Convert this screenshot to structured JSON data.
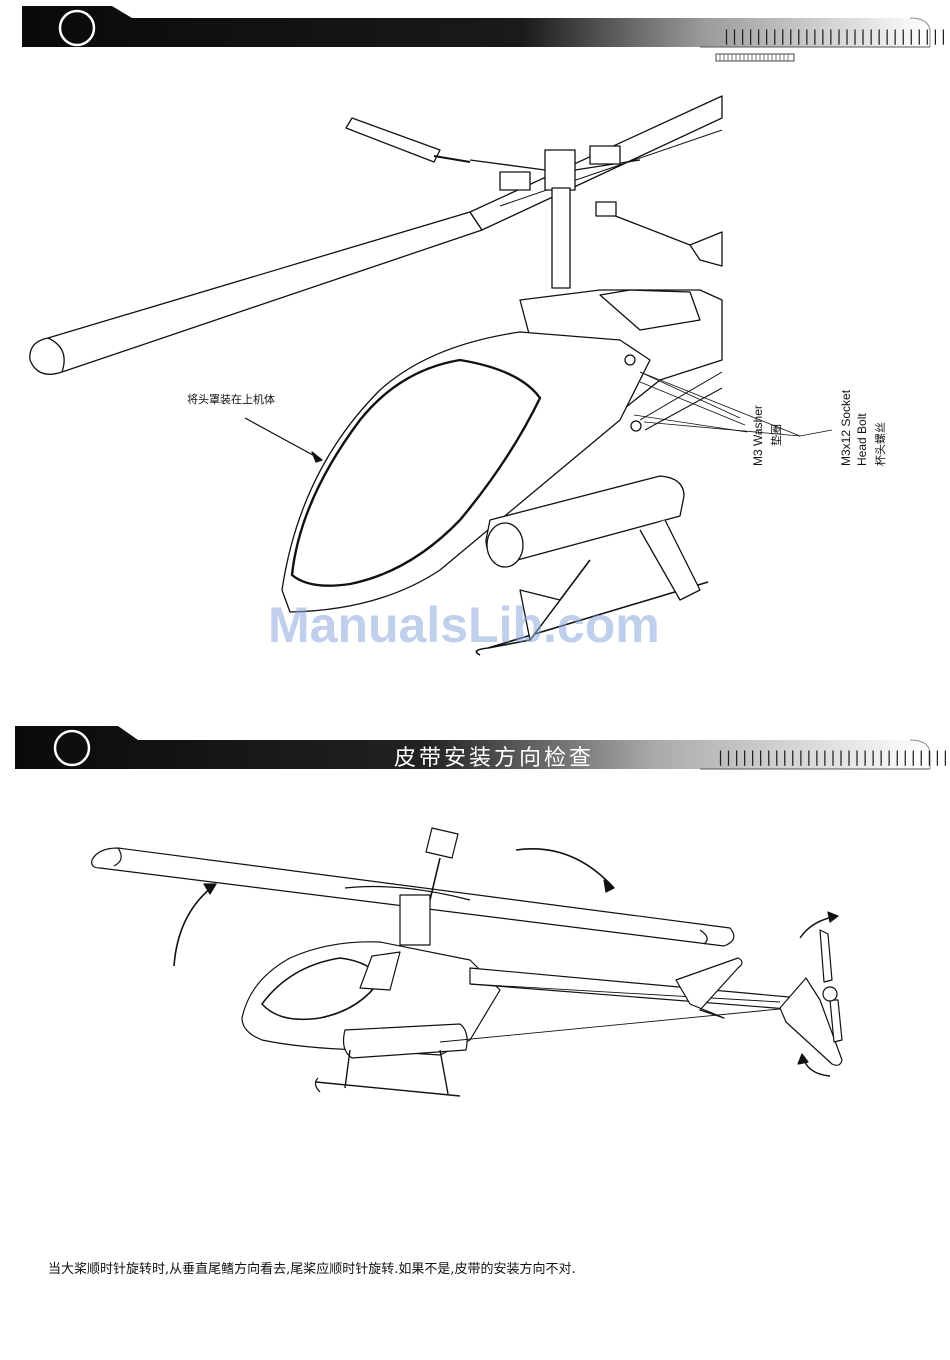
{
  "top_section": {
    "step_number": "",
    "ruler": "||||||||||||||||||||||||||||||||",
    "callouts": {
      "mount_canopy": "将头罩装在上机体",
      "washer_en": "M3 Washer",
      "washer_cn": "垫圈",
      "bolt_en_line1": "M3x12 Socket",
      "bolt_en_line2": "Head Bolt",
      "bolt_cn": "杯头螺丝"
    }
  },
  "watermark": "ManualsLib.com",
  "bottom_section": {
    "step_number": "",
    "title": "皮带安装方向检查",
    "ruler": "||||||||||||||||||||||||||||||||",
    "note": "当大桨顺时针旋转时,从垂直尾鳍方向看去,尾桨应顺时针旋转.如果不是,皮带的安装方向不对."
  },
  "colors": {
    "banner": "#111111",
    "line": "#111111",
    "watermark": "#8caadc"
  }
}
